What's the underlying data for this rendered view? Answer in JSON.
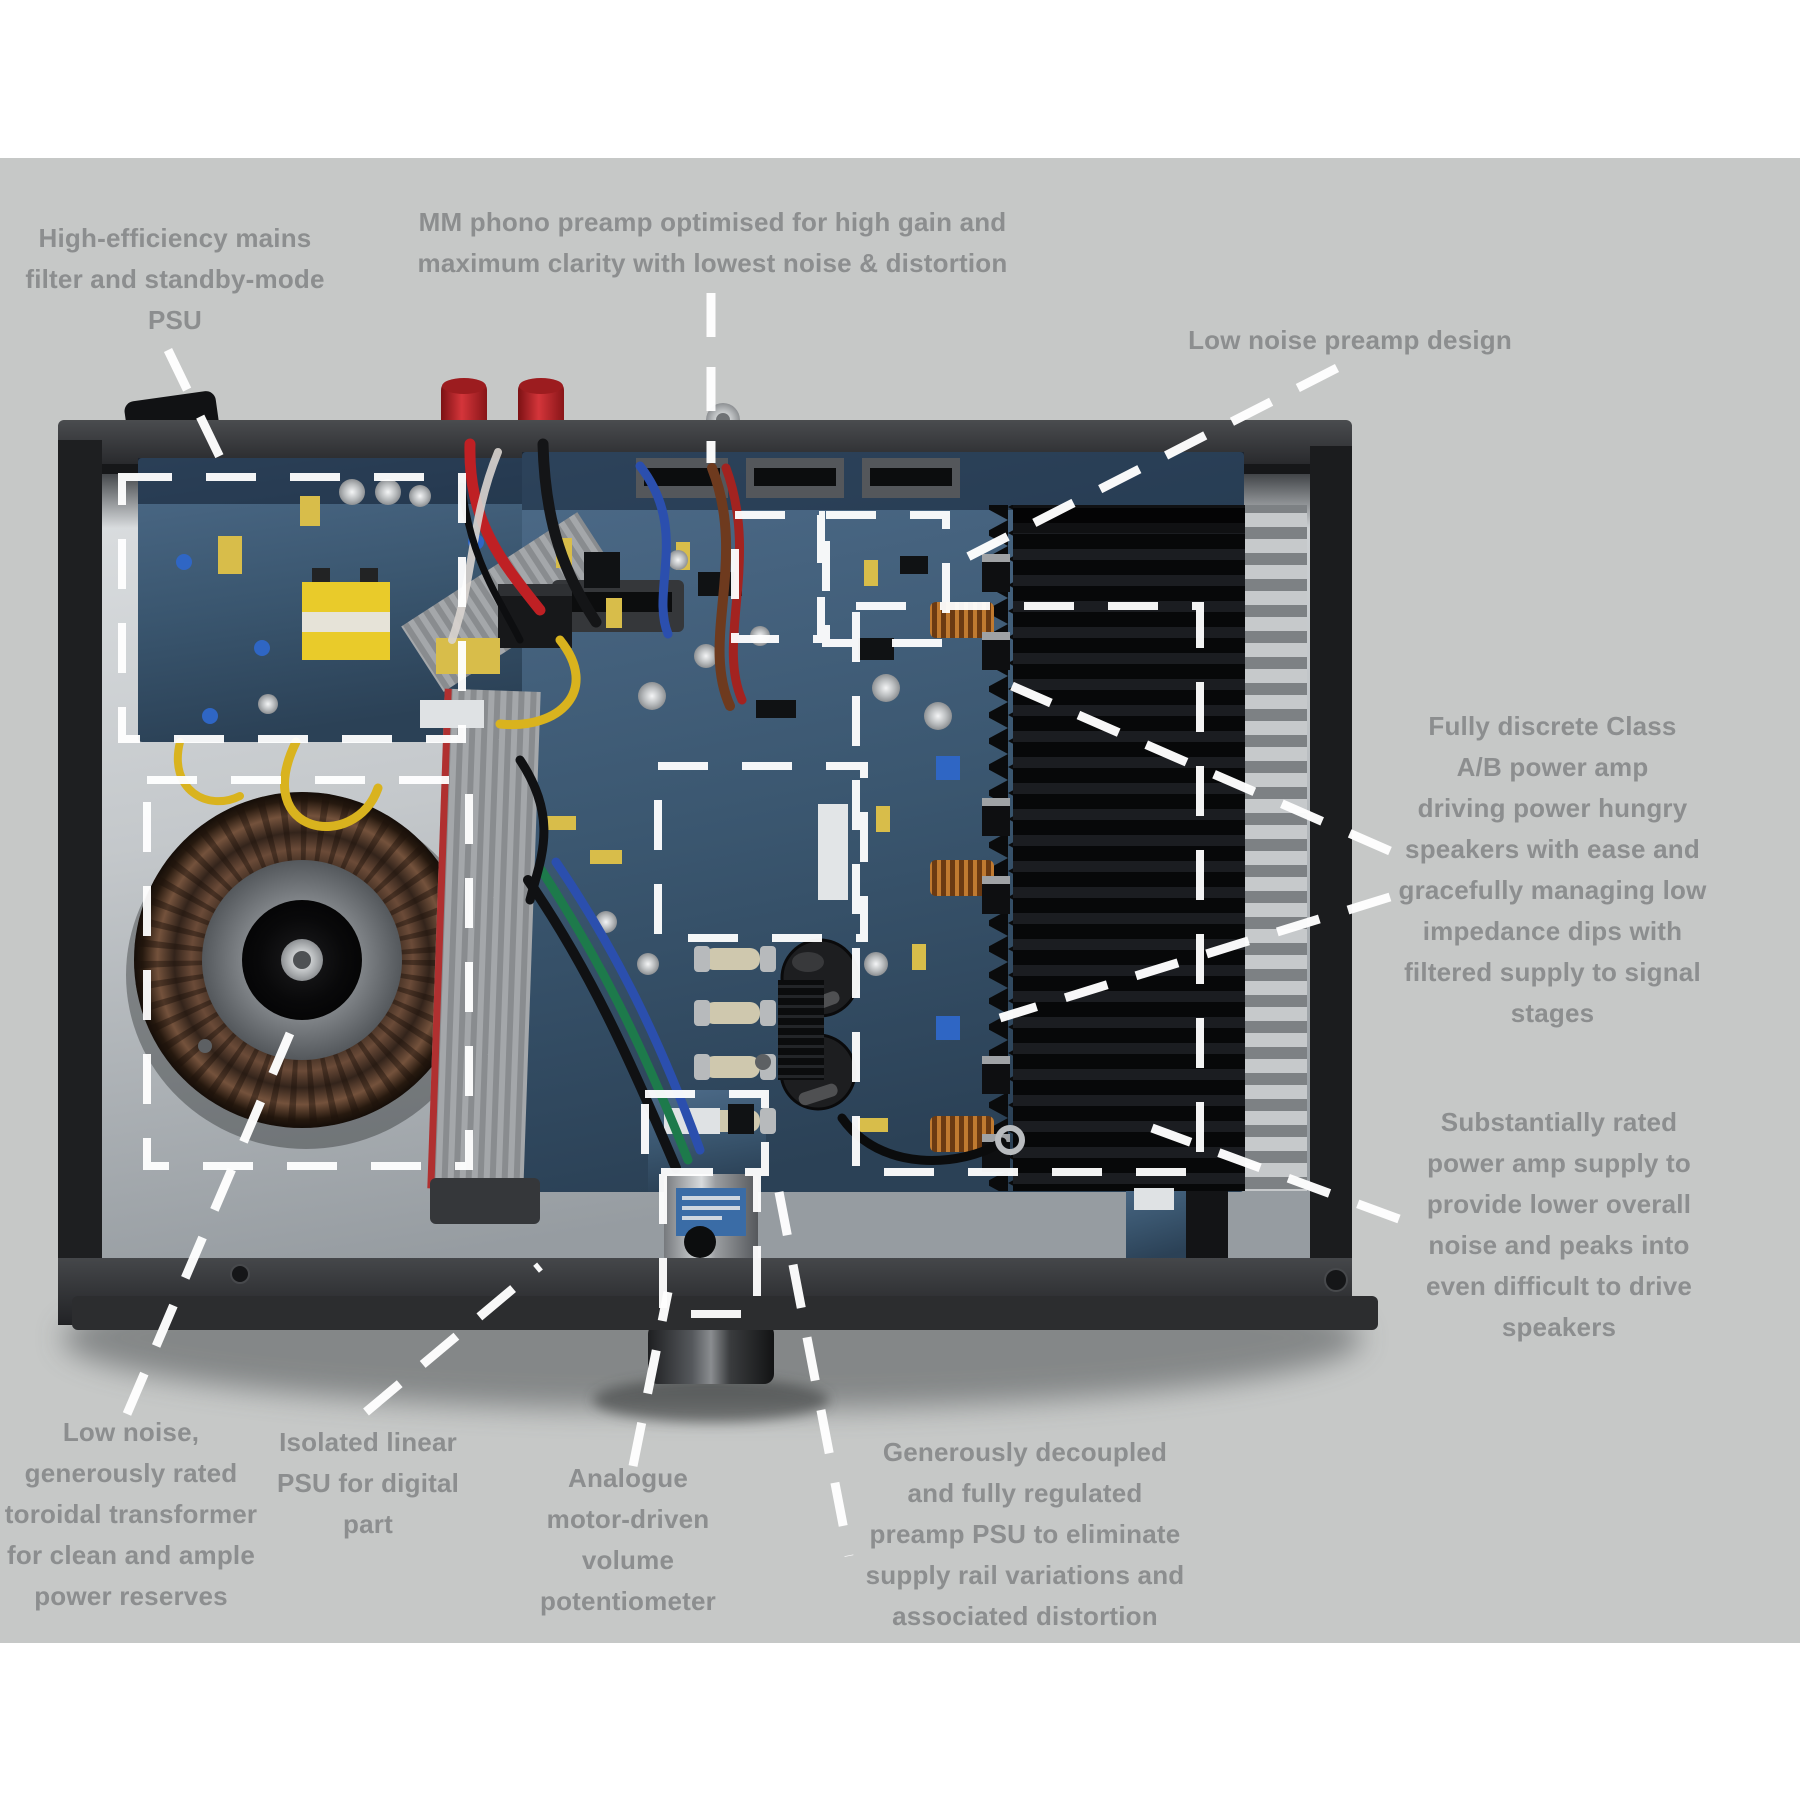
{
  "canvas": {
    "page_background": "#ffffff",
    "background": "#c6c8c7"
  },
  "style": {
    "label_color": "#8c8e8f",
    "leader_color": "#ffffff",
    "chassis_color": "#27282a",
    "pcb_color": "#3c5871",
    "heatsink_color": "#0e1012",
    "copper_color": "#b06a28",
    "binding_post_color": "#c22a2e",
    "toroid_winding_color": "#5d4334",
    "interior_metal_color": "#c4c8cb"
  },
  "labels": {
    "mains_psu": {
      "text": "High-efficiency mains\nfilter and standby-mode\nPSU"
    },
    "phono_preamp": {
      "text": "MM phono preamp optimised for high gain and\nmaximum clarity with lowest noise & distortion"
    },
    "preamp_design": {
      "text": "Low noise preamp design"
    },
    "power_amp": {
      "text": "Fully discrete Class\nA/B power amp\ndriving power hungry\nspeakers with ease and\ngracefully managing low\nimpedance dips with\nfiltered supply to signal\nstages"
    },
    "power_amp_supply": {
      "text": "Substantially rated\npower amp supply to\nprovide lower overall\nnoise and peaks into\neven difficult to drive\nspeakers"
    },
    "toroidal_transformer": {
      "text": "Low noise,\ngenerously rated\ntoroidal transformer\nfor clean and ample\npower reserves"
    },
    "digital_psu": {
      "text": "Isolated linear\nPSU for digital\npart"
    },
    "volume_pot": {
      "text": "Analogue\nmotor-driven\nvolume\npotentiometer"
    },
    "preamp_psu": {
      "text": "Generously decoupled\nand fully regulated\npreamp PSU to eliminate\nsupply rail variations and\nassociated distortion"
    }
  }
}
